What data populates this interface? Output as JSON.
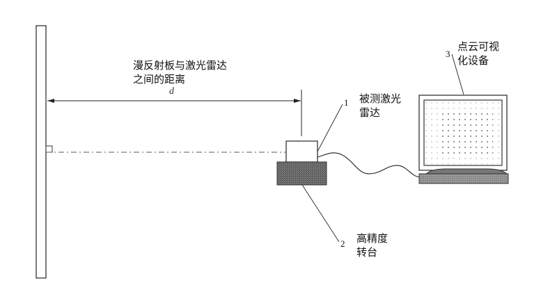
{
  "diagram": {
    "title": "",
    "distance_label": {
      "line1": "漫反射板与激光雷达",
      "line2": "之间的距离",
      "symbol": "d"
    },
    "components": [
      {
        "number": "1",
        "line1": "被测激光",
        "line2": "雷达",
        "name": "lidar-under-test"
      },
      {
        "number": "2",
        "line1": "高精度",
        "line2": "转台",
        "name": "high-precision-turntable"
      },
      {
        "number": "3",
        "line1": "点云可视",
        "line2": "化设备",
        "name": "point-cloud-visualization-device"
      }
    ],
    "unlabeled_elements": [
      "diffuse-reflector-board"
    ],
    "colors": {
      "line": "#333333",
      "turntable_fill": "#6b6b6b",
      "monitor_base": "#8a8a8a"
    }
  }
}
